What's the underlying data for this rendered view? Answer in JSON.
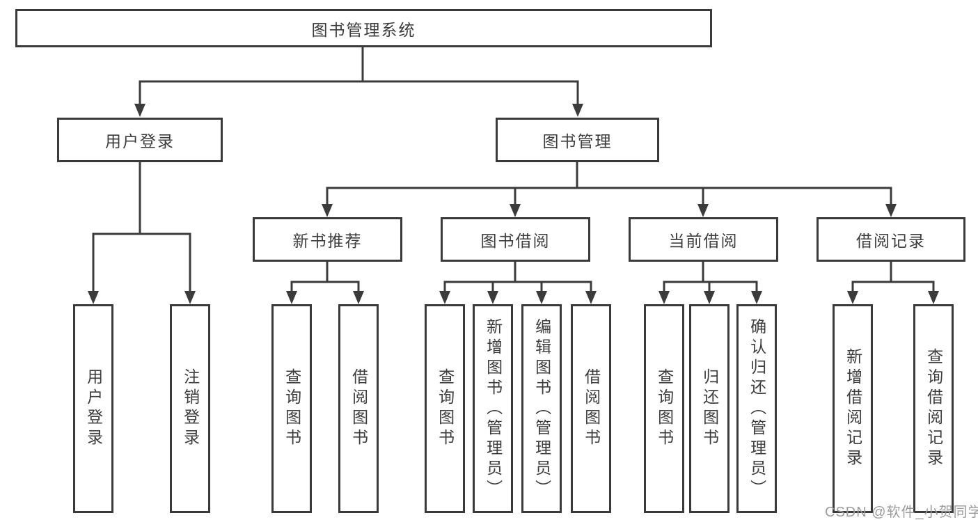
{
  "diagram": {
    "title": "图书管理系统",
    "nodes": {
      "root": "图书管理系统",
      "user_login": "用户登录",
      "book_mgmt": "图书管理",
      "new_books": "新书推荐",
      "book_borrow": "图书借阅",
      "current_borrow": "当前借阅",
      "borrow_records": "借阅记录"
    },
    "leaves": {
      "user_login_leaf": "用户登录",
      "logout_leaf": "注销登录",
      "query_books_a": "查询图书",
      "borrow_books_a": "借阅图书",
      "query_books_b": "查询图书",
      "add_books": "新增图书（管理员）",
      "edit_books": "编辑图书（管理员）",
      "borrow_books_b": "借阅图书",
      "query_books_c": "查询图书",
      "return_books": "归还图书",
      "confirm_return": "确认归还（管理员）",
      "add_borrow_record": "新增借阅记录",
      "query_borrow_record": "查询借阅记录"
    },
    "colors": {
      "line": "#3b3b3b",
      "box_border": "#3a3a3a",
      "text": "#3d3d3d",
      "background": "#ffffff",
      "watermark": "#9c9c9c"
    }
  },
  "watermark": "CSDN @软件_小贺同学"
}
